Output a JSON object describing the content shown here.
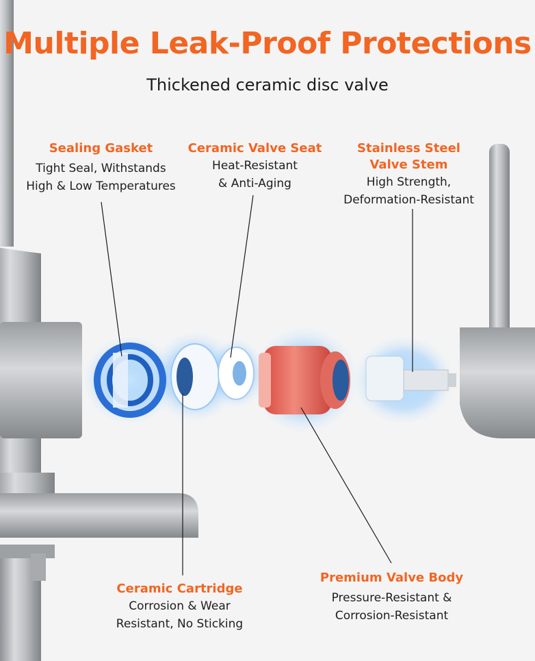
{
  "title": "Multiple Leak-Proof Protections",
  "subtitle": "Thickened ceramic disc valve",
  "colors": {
    "accent": "#f26522",
    "text": "#1a1a1a",
    "steel": "#b9bcbf",
    "valve_body": "#e8685a",
    "glow": "#4aa8ff"
  },
  "callouts": {
    "sealing_gasket": {
      "title": "Sealing Gasket",
      "line1": "Tight Seal, Withstands",
      "line2": "High & Low Temperatures"
    },
    "ceramic_valve_seat": {
      "title": "Ceramic Valve Seat",
      "line1": "Heat-Resistant",
      "line2": "& Anti-Aging"
    },
    "stainless_steel_valve_stem": {
      "title_line1": "Stainless Steel",
      "title_line2": "Valve Stem",
      "line1": "High Strength,",
      "line2": "Deformation-Resistant"
    },
    "ceramic_cartridge": {
      "title": "Ceramic Cartridge",
      "line1": "Corrosion & Wear",
      "line2": "Resistant, No Sticking"
    },
    "premium_valve_body": {
      "title": "Premium Valve Body",
      "line1": "Pressure-Resistant &",
      "line2": "Corrosion-Resistant"
    }
  }
}
